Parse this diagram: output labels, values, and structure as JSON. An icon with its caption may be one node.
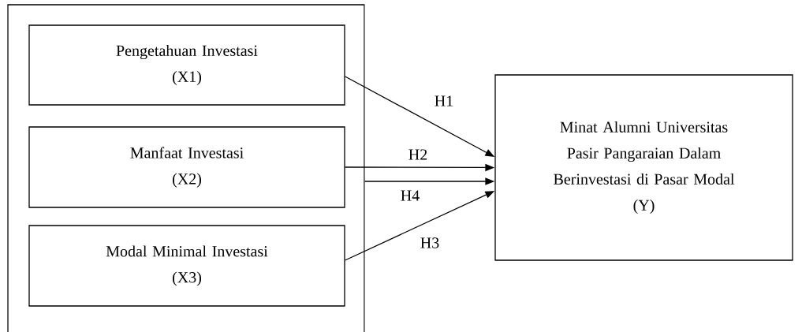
{
  "diagram": {
    "nodes": [
      {
        "text": [],
        "shape": "box"
      },
      {
        "text": [
          "Pengetahuan Investasi",
          "(X1)"
        ],
        "in": 0
      },
      {
        "text": [
          "Manfaat Investasi",
          "(X2)"
        ],
        "in": 0
      },
      {
        "text": [
          "Modal Minimal Investasi",
          "(X3)"
        ],
        "in": 0
      },
      {
        "text": [
          "Minat Alumni Universitas Pasir Pangaraian Dalam Berinvestasi di Pasar Modal",
          "(Y)"
        ]
      }
    ],
    "edges": [
      {
        "from": 1,
        "to": 4,
        "arrow": "to",
        "label": "H1"
      },
      {
        "from": 2,
        "to": 4,
        "arrow": "to",
        "label": "H2"
      },
      {
        "from": 0,
        "to": 4,
        "arrow": "to",
        "label": "H4"
      },
      {
        "from": 3,
        "to": 4,
        "arrow": "to",
        "label": "H3"
      }
    ]
  }
}
